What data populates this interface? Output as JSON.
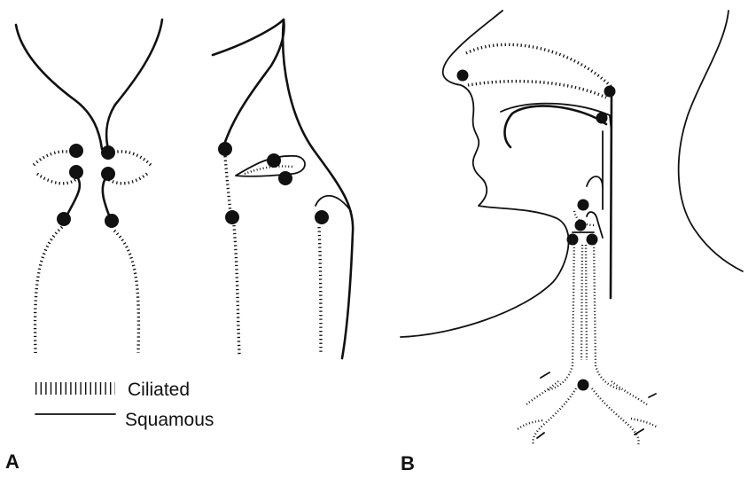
{
  "legend": {
    "ciliated_label": "Ciliated",
    "squamous_label": "Squamous"
  },
  "panels": {
    "a_label": "A",
    "b_label": "B"
  }
}
